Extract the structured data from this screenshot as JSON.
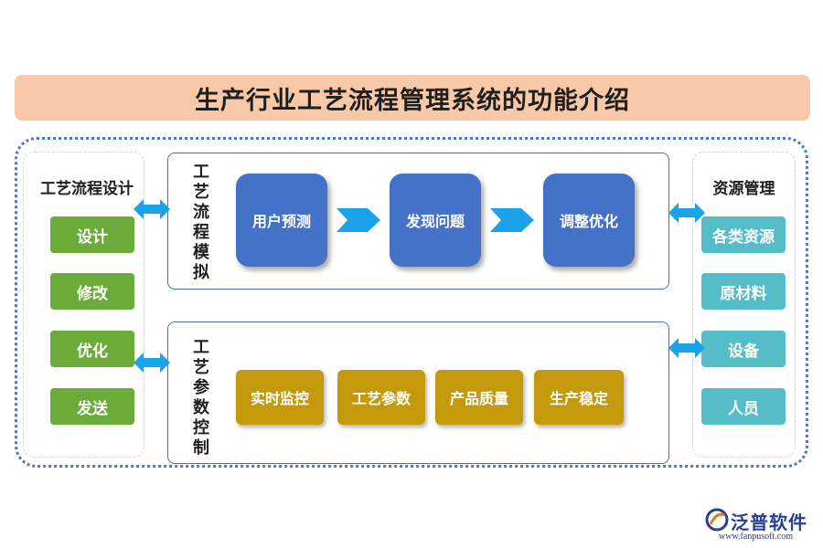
{
  "title": "生产行业工艺流程管理系统的功能介绍",
  "left_column": {
    "title": "工艺流程设计",
    "items": [
      "设计",
      "修改",
      "优化",
      "发送"
    ]
  },
  "simulation_panel": {
    "label": "工艺流程模拟",
    "steps": [
      "用户预测",
      "发现问题",
      "调整优化"
    ]
  },
  "control_panel": {
    "label": "工艺参数控制",
    "items": [
      "实时监控",
      "工艺参数",
      "产品质量",
      "生产稳定"
    ]
  },
  "right_column": {
    "title": "资源管理",
    "items": [
      "各类资源",
      "原材料",
      "设备",
      "人员"
    ]
  },
  "logo": {
    "name": "泛普软件",
    "url": "www.fanpusoft.com"
  },
  "colors": {
    "title_bg": "#f7c9a9",
    "frame": "#4a77c9",
    "green": "#6aab3a",
    "teal": "#55bdc7",
    "blue": "#4472c8",
    "gold": "#c49a0c",
    "arrow": "#1aa3e8"
  }
}
